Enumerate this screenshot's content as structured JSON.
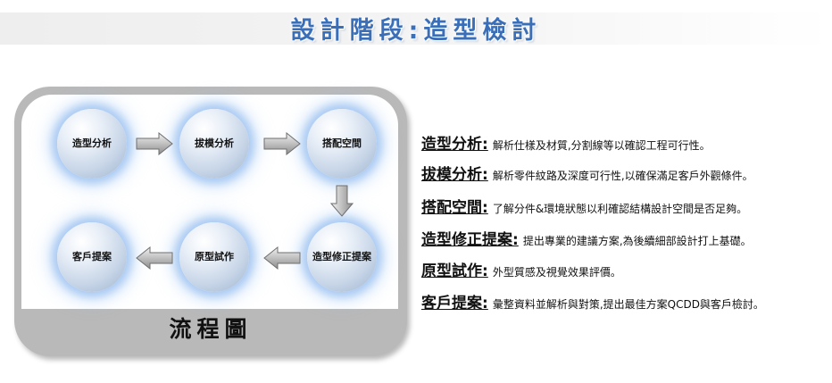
{
  "title": "設計階段:造型檢討",
  "footer": "流程圖",
  "nodes": {
    "n1": "造型分析",
    "n2": "拔模分析",
    "n3": "搭配空間",
    "n4": "造型修正提案",
    "n5": "原型試作",
    "n6": "客戶提案"
  },
  "descriptions": [
    {
      "term": "造型分析:",
      "text": "解析仕樣及材質,分割線等以確認工程可行性。"
    },
    {
      "term": "拔模分析:",
      "text": "解析零件紋路及深度可行性,以確保滿足客戶外觀條件。"
    },
    {
      "term": "搭配空間:",
      "text": "了解分件&環境狀態以利確認結構設計空間是否足夠。"
    },
    {
      "term": "造型修正提案:",
      "text": "提出專業的建議方案,為後續細部設計打上基礎。"
    },
    {
      "term": "原型試作:",
      "text": "外型質感及視覺效果評價。"
    },
    {
      "term": "客戶提案:",
      "text": "彙整資料並解析與對策,提出最佳方案QCDD與客戶檢討。"
    }
  ],
  "colors": {
    "title": "#3a6fb8",
    "frame": "#b9b9b9",
    "node_glow": "#78aaeb"
  }
}
